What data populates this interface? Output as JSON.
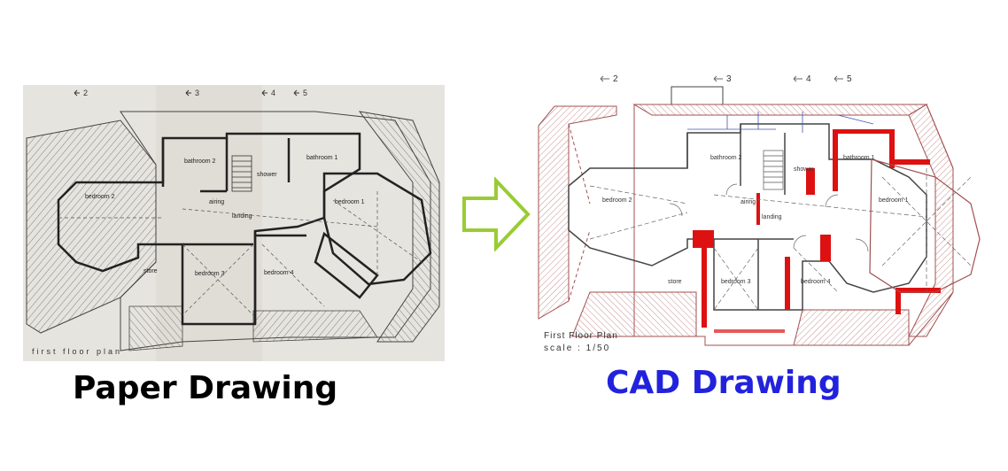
{
  "captions": {
    "paper": "Paper Drawing",
    "cad": "CAD Drawing"
  },
  "colors": {
    "paper_caption": "#000000",
    "cad_caption": "#2222dd",
    "arrow": "#99cc33",
    "cad_walls": "#dd1111",
    "cad_roof": "#a05050"
  },
  "paper_plan": {
    "section_marks": [
      "2",
      "3",
      "4",
      "5"
    ],
    "rooms": {
      "bathroom2": "bathroom 2",
      "bathroom1": "bathroom 1",
      "shower": "shower",
      "bedroom2": "bedroom 2",
      "bedroom1": "bedroom 1",
      "airing": "airing",
      "landing": "landing",
      "bedroom3": "bedroom 3",
      "bedroom4": "bedroom 4",
      "store": "store"
    },
    "title": "first floor plan"
  },
  "cad_plan": {
    "section_marks": [
      "2",
      "3",
      "4",
      "5"
    ],
    "rooms": {
      "bathroom2": "bathroom 2",
      "bathroom1": "bathroom 1",
      "shower": "shower",
      "bedroom2": "bedroom 2",
      "bedroom1": "bedroom 1",
      "airing": "airing",
      "landing": "landing",
      "bedroom3": "bedroom 3",
      "bedroom4": "bedroom 4",
      "store": "store"
    },
    "title": "First Floor Plan",
    "scale": "scale : 1/50"
  },
  "arrow_icon": "hollow-right-arrow"
}
